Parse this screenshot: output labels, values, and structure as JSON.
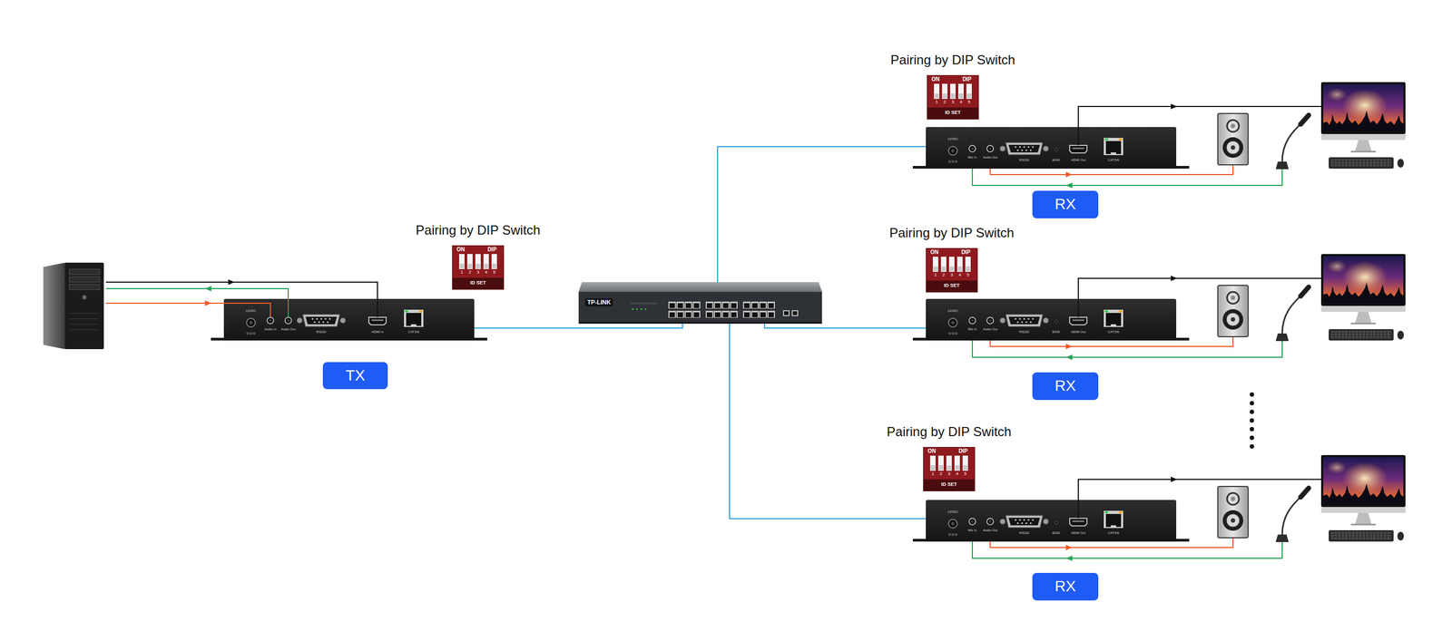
{
  "diagram": {
    "nodes": [
      {
        "text": [
          "Pairing by DIP Switch",
          "ON",
          "DIP",
          "1",
          "2",
          "3",
          "4",
          "5",
          "ID SET"
        ]
      },
      {
        "text": [
          "12VDC",
          "Audio In",
          "Audio Out",
          "RS232",
          "HDMI In",
          "CAT.5/6"
        ]
      },
      {
        "text": [
          "TX"
        ]
      },
      {
        "text": [
          "TP-LINK"
        ]
      },
      {
        "text": [
          "Pairing by DIP Switch",
          "ON",
          "DIP",
          "1",
          "2",
          "3",
          "4",
          "5",
          "ID SET"
        ]
      },
      {
        "text": [
          "12VDC",
          "Mic In",
          "Audio Out",
          "RS232",
          "EDID",
          "HDMI Out",
          "CAT.5/6"
        ]
      },
      {
        "text": [
          "RX"
        ]
      },
      {
        "text": [
          "Pairing by DIP Switch",
          "ON",
          "DIP",
          "1",
          "2",
          "3",
          "4",
          "5",
          "ID SET"
        ]
      },
      {
        "text": [
          "12VDC",
          "Mic In",
          "Audio Out",
          "RS232",
          "EDID",
          "HDMI Out",
          "CAT.5/6"
        ]
      },
      {
        "text": [
          "RX"
        ]
      },
      {
        "text": [
          "Pairing by DIP Switch",
          "ON",
          "DIP",
          "1",
          "2",
          "3",
          "4",
          "5",
          "ID SET"
        ]
      },
      {
        "text": [
          "12VDC",
          "Mic In",
          "Audio Out",
          "RS232",
          "EDID",
          "HDMI Out",
          "CAT.5/6"
        ]
      },
      {
        "text": [
          "RX"
        ]
      }
    ],
    "edges": [
      {
        "from": 1,
        "to": 3,
        "arrow": "none"
      },
      {
        "from": 3,
        "to": 5,
        "arrow": "none"
      },
      {
        "from": 3,
        "to": 8,
        "arrow": "none"
      },
      {
        "from": 3,
        "to": 11,
        "arrow": "none"
      }
    ]
  }
}
